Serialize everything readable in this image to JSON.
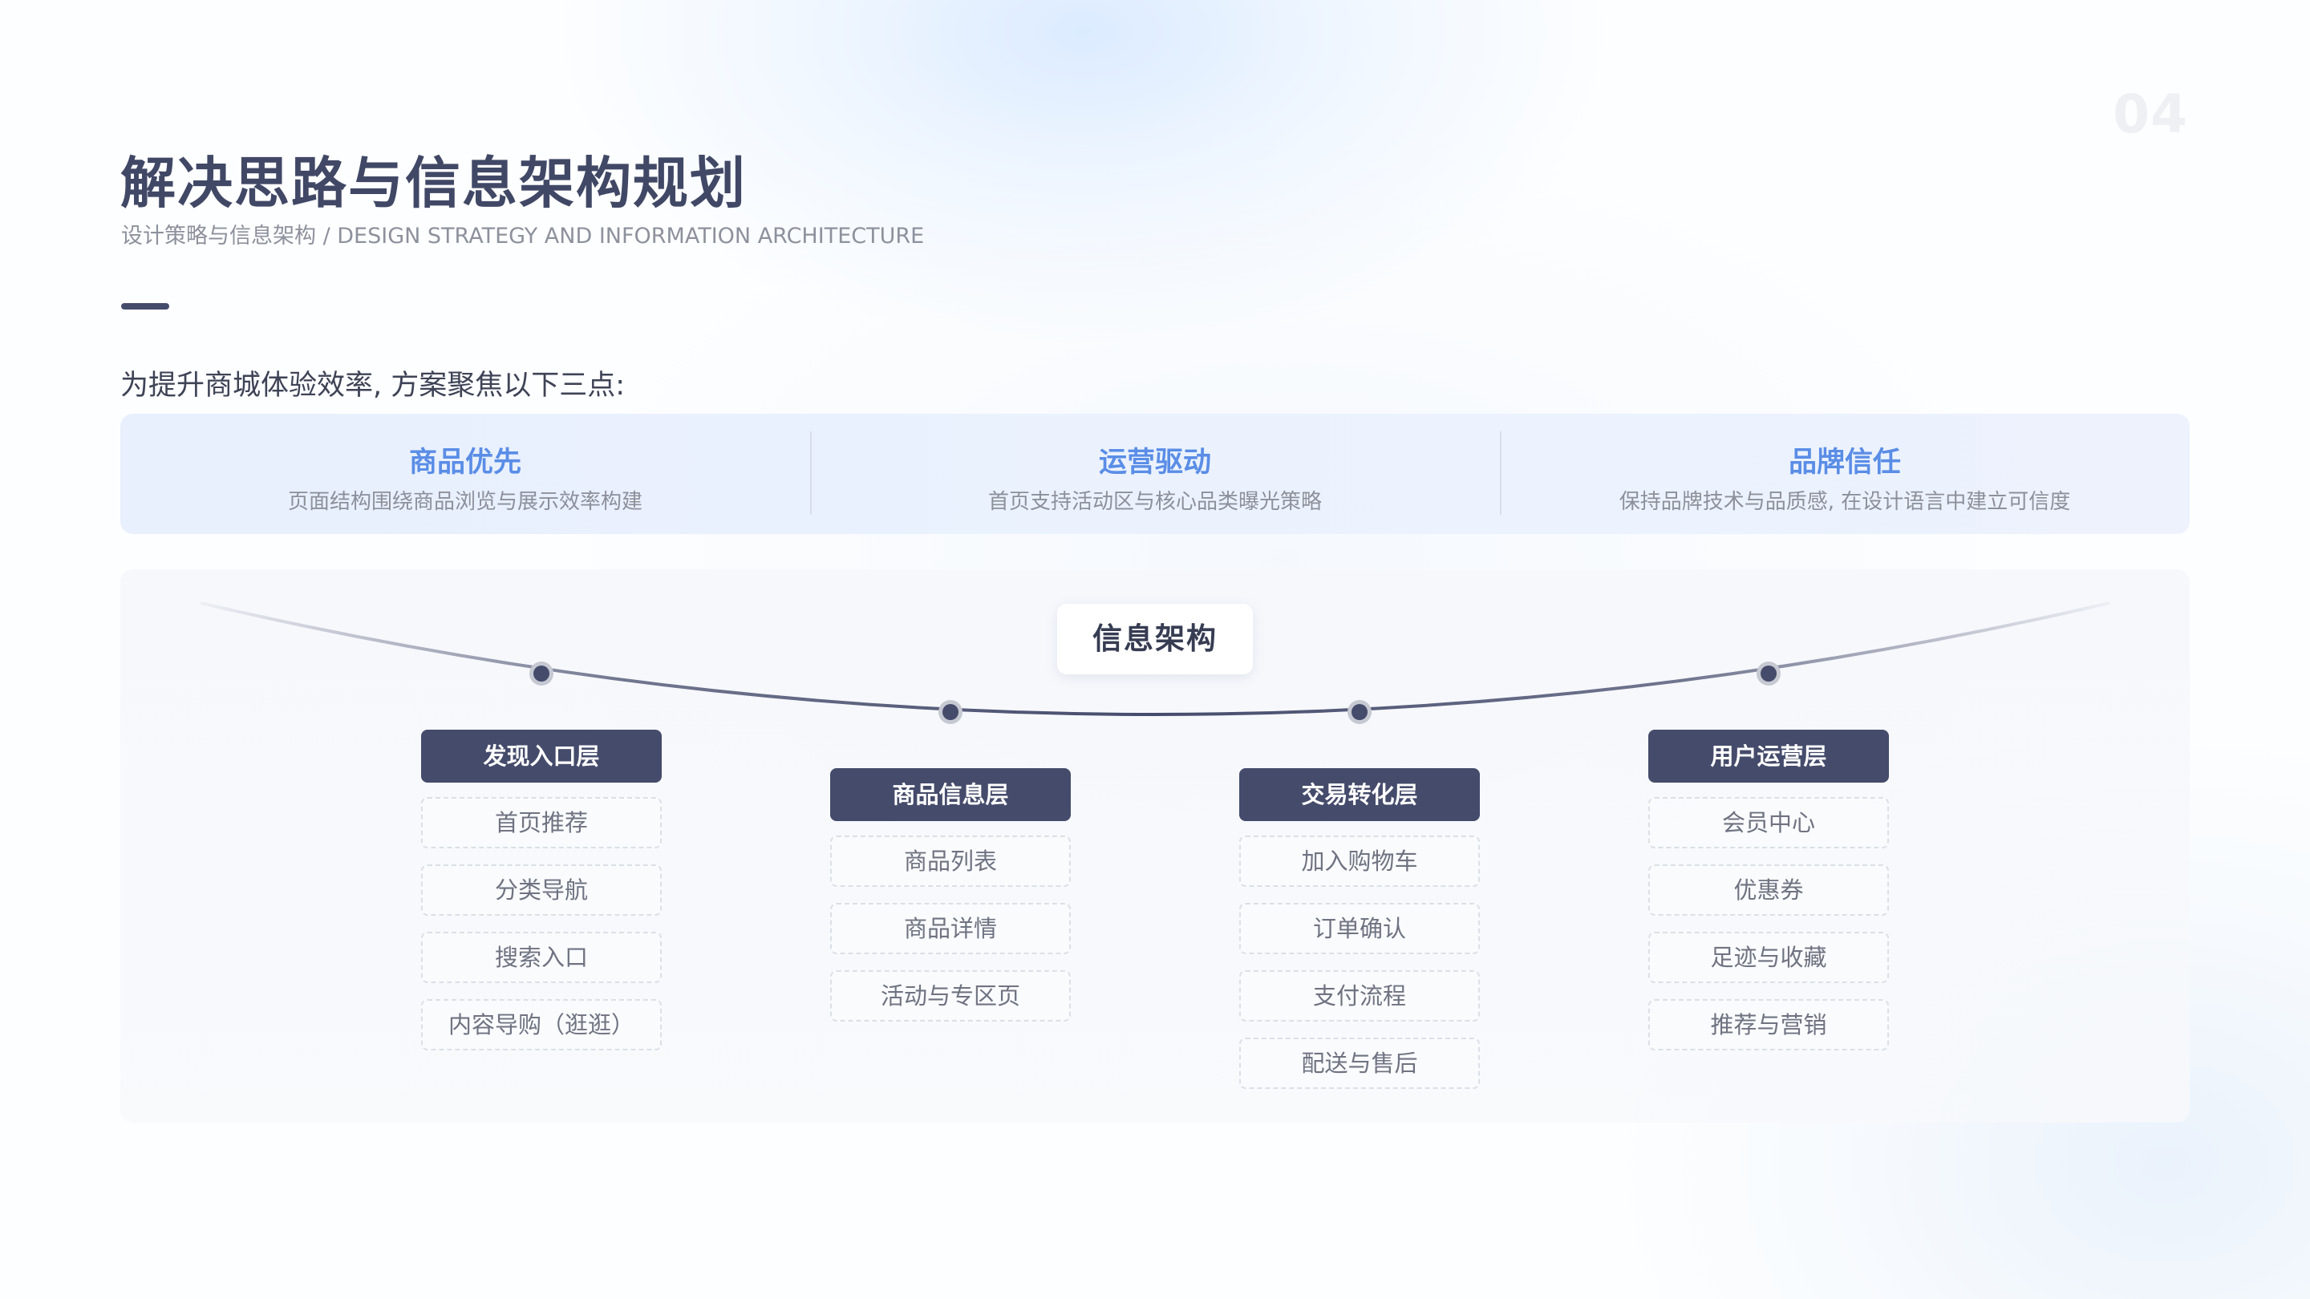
{
  "page_number": "04",
  "title": "解决思路与信息架构规划",
  "subtitle": "设计策略与信息架构 / DESIGN STRATEGY AND INFORMATION ARCHITECTURE",
  "intro": "为提升商城体验效率, 方案聚焦以下三点:",
  "focus_points": [
    {
      "title": "商品优先",
      "desc": "页面结构围绕商品浏览与展示效率构建"
    },
    {
      "title": "运营驱动",
      "desc": "首页支持活动区与核心品类曝光策略"
    },
    {
      "title": "品牌信任",
      "desc": "保持品牌技术与品质感, 在设计语言中建立可信度"
    }
  ],
  "architecture": {
    "label": "信息架构",
    "columns": [
      {
        "header": "发现入口层",
        "items": [
          "首页推荐",
          "分类导航",
          "搜索入口",
          "内容导购（逛逛）"
        ]
      },
      {
        "header": "商品信息层",
        "items": [
          "商品列表",
          "商品详情",
          "活动与专区页"
        ]
      },
      {
        "header": "交易转化层",
        "items": [
          "加入购物车",
          "订单确认",
          "支付流程",
          "配送与售后"
        ]
      },
      {
        "header": "用户运营层",
        "items": [
          "会员中心",
          "优惠券",
          "足迹与收藏",
          "推荐与营销"
        ]
      }
    ]
  },
  "colors": {
    "primary_dark": "#454b6b",
    "accent_blue": "#5a8de6",
    "panel_blue": "#e8effd"
  }
}
